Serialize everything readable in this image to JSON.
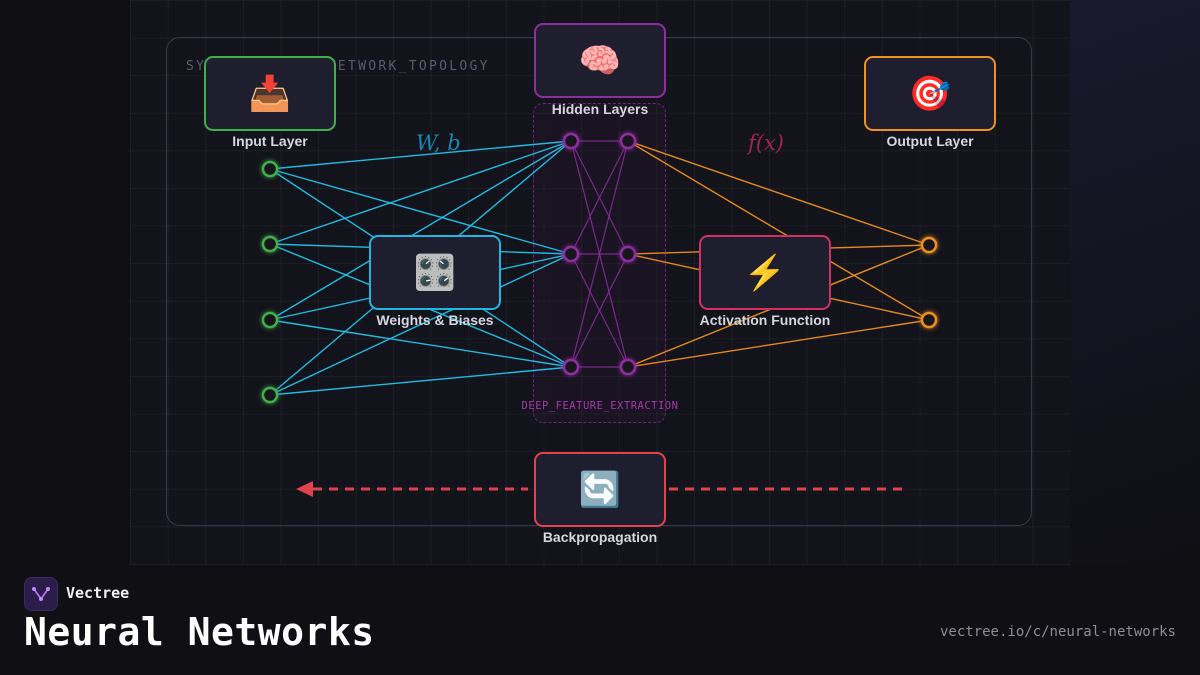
{
  "diagram": {
    "frame_label": "SYSTEM.NEURAL_NETWORK_TOPOLOGY",
    "band_label": "DEEP_FEATURE_EXTRACTION",
    "math_weights": "W, b",
    "math_activation": "f(x)",
    "components": {
      "input": {
        "label": "Input Layer",
        "icon": "inbox-tray-icon",
        "glyph": "📥",
        "color": "#3fb04a"
      },
      "hidden": {
        "label": "Hidden Layers",
        "icon": "brain-icon",
        "glyph": "🧠",
        "color": "#8e2da0"
      },
      "output": {
        "label": "Output Layer",
        "icon": "target-icon",
        "glyph": "🎯",
        "color": "#f0901e"
      },
      "weights": {
        "label": "Weights & Biases",
        "icon": "control-knobs-icon",
        "glyph": "🎛️",
        "color": "#1fb6e0"
      },
      "activation": {
        "label": "Activation Function",
        "icon": "lightning-icon",
        "glyph": "⚡",
        "color": "#d03064"
      },
      "backprop": {
        "label": "Backpropagation",
        "icon": "refresh-arrows-icon",
        "glyph": "🔄",
        "color": "#e0424e"
      }
    },
    "edge_colors": {
      "input_to_hidden": "#22c4ec",
      "hidden_to_hidden": "#8e2da0",
      "hidden_to_output": "#f0901e",
      "backprop": "#e0424e"
    }
  },
  "footer": {
    "brand": "Vectree",
    "title": "Neural Networks",
    "url": "vectree.io/c/neural-networks"
  }
}
